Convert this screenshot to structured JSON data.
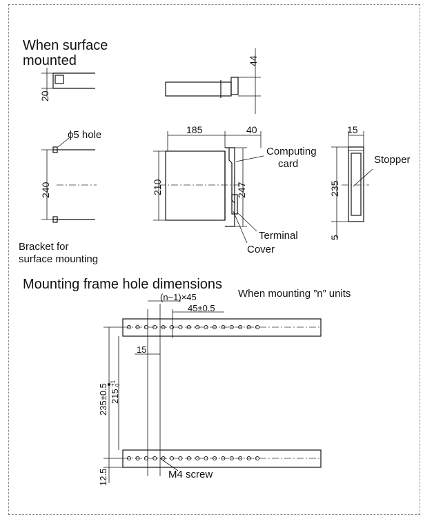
{
  "sections": {
    "surface_title_1": "When surface",
    "surface_title_2": "mounted",
    "frame_title": "Mounting frame hole dimensions"
  },
  "labels": {
    "hole": "ϕ5 hole",
    "computing_1": "Computing",
    "computing_2": "card",
    "stopper": "Stopper",
    "terminal": "Terminal",
    "cover": "Cover",
    "bracket_1": "Bracket for",
    "bracket_2": "surface mounting",
    "n_units": "When mounting ”n” units",
    "screw": "M4 screw"
  },
  "dimensions": {
    "d44": "44",
    "d20": "20",
    "d185": "185",
    "d40": "40",
    "d15_side": "15",
    "d240": "240",
    "d210": "210",
    "d247": "247",
    "d235": "235",
    "d5": "5",
    "pitch_n": "(n−1)×45",
    "pitch": "45±0.5",
    "d15_frame": "15",
    "d235_tol": "235±0.5",
    "d215": "215",
    "d215_tol": "+1\n0",
    "d12_5": "12.5"
  }
}
